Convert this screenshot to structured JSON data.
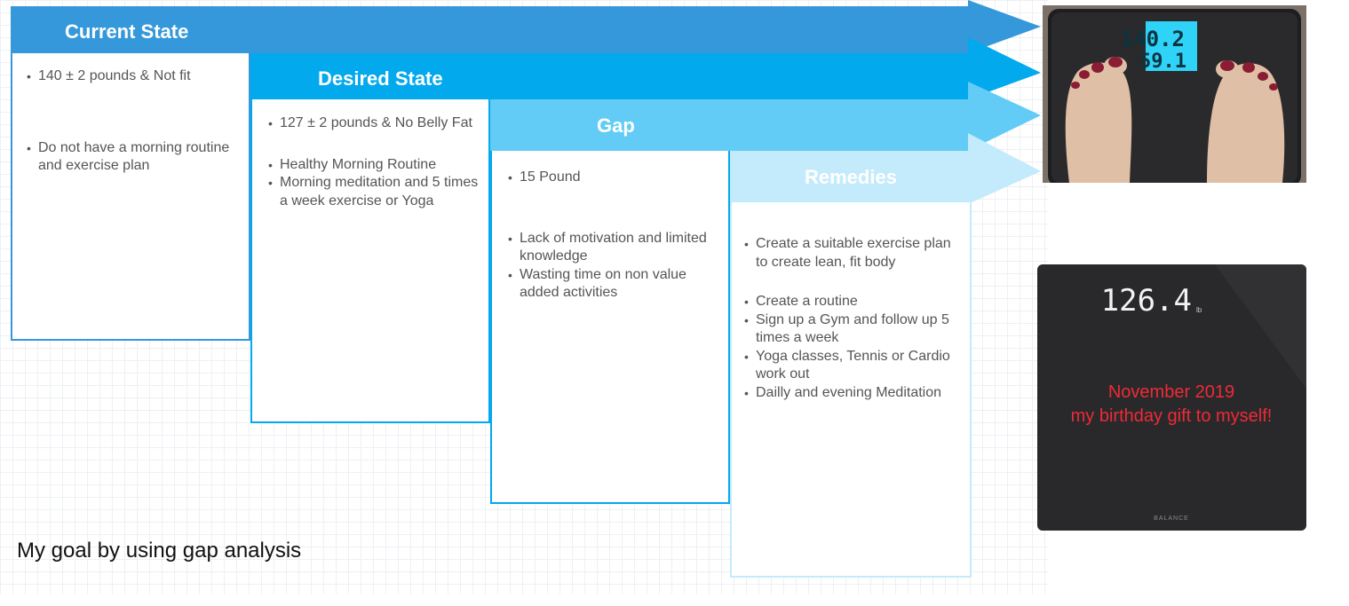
{
  "caption": "My goal by using gap analysis",
  "stages": [
    {
      "title": "Current State",
      "color": "#3498db",
      "groups": [
        [
          "140 ± 2 pounds & Not fit"
        ],
        [
          "Do not have a morning routine and exercise plan"
        ]
      ]
    },
    {
      "title": "Desired State",
      "color": "#03a9ed",
      "groups": [
        [
          "127 ± 2 pounds & No Belly Fat"
        ],
        [
          "Healthy Morning Routine",
          "Morning meditation and 5 times a week exercise or Yoga"
        ]
      ]
    },
    {
      "title": "Gap",
      "color": "#62ccf6",
      "groups": [
        [
          "15 Pound"
        ],
        [
          "Lack of motivation and limited knowledge",
          "Wasting time on non value added activities"
        ]
      ]
    },
    {
      "title": "Remedies",
      "color": "#c4ebfb",
      "groups": [
        [
          "Create a suitable exercise plan to create lean, fit body"
        ],
        [
          "Create a routine",
          "Sign up a Gym and follow up 5 times a week",
          " Yoga classes, Tennis or Cardio work out",
          "Dailly and evening Meditation"
        ]
      ]
    }
  ],
  "photo_before": {
    "display_line1": "140.2",
    "display_line2": "59.1"
  },
  "photo_after": {
    "display": "126.4",
    "unit": "lb",
    "overlay_line1": "November 2019",
    "overlay_line2": "my birthday gift to myself!",
    "brand": "BALANCE"
  }
}
